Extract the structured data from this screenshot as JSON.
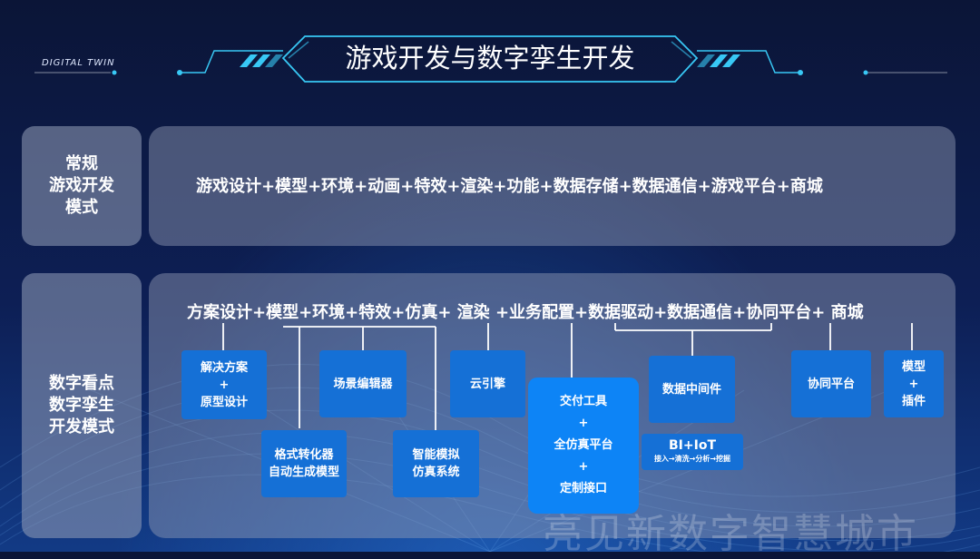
{
  "header": {
    "brand": "DIGITAL TWIN",
    "title": "游戏开发与数字孪生开发"
  },
  "rows": [
    {
      "label": "常规\n游戏开发\n模式",
      "content": "游戏设计+模型+环境+动画+特效+渲染+功能+数据存储+数据通信+游戏平台+商城"
    },
    {
      "label": "数字看点\n数字孪生\n开发模式",
      "content": "方案设计+模型+环境+特效+仿真+ 渲染 +业务配置+数据驱动+数据通信+协同平台+ 商城",
      "modules": {
        "solution": "解决方案\n+\n原型设计",
        "format_converter": "格式转化器\n自动生成模型",
        "scene_editor": "场景编辑器",
        "smart_sim": "智能模拟\n仿真系统",
        "cloud_engine": "云引擎",
        "delivery": "交付工具\n+\n全仿真平台\n+\n定制接口",
        "data_middleware": "数据中间件",
        "bi_iot": "BI+IoT",
        "bi_iot_sub": "接入→清洗→分析→挖掘",
        "collab": "协同平台",
        "model_plugin": "模型\n+\n插件"
      }
    }
  ],
  "watermark": "亮见新数字智慧城市",
  "colors": {
    "background": "#0d1f55",
    "module_box": "#1570d6",
    "highlight_box": "#0d84f6",
    "accent_line": "#38c8f5"
  }
}
